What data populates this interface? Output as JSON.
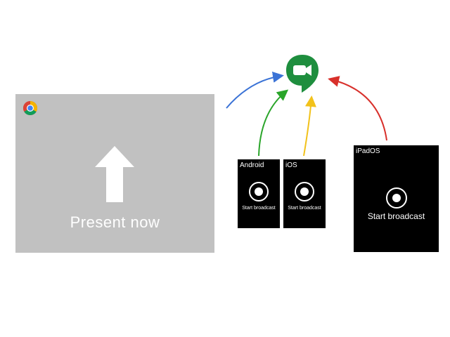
{
  "present_panel": {
    "label": "Present now",
    "icon": "chrome-icon"
  },
  "meet": {
    "icon": "google-meet-icon",
    "color": "#1e8e3e"
  },
  "devices": [
    {
      "name": "Android",
      "action": "Start broadcast"
    },
    {
      "name": "iOS",
      "action": "Start broadcast"
    },
    {
      "name": "iPadOS",
      "action": "Start broadcast"
    }
  ],
  "colors": {
    "panel_bg": "#c1c1c1",
    "device_bg": "#000000",
    "arrow_blue": "#3b73d6",
    "arrow_green": "#2aa52a",
    "arrow_yellow": "#f2c21b",
    "arrow_red": "#d8302b"
  }
}
